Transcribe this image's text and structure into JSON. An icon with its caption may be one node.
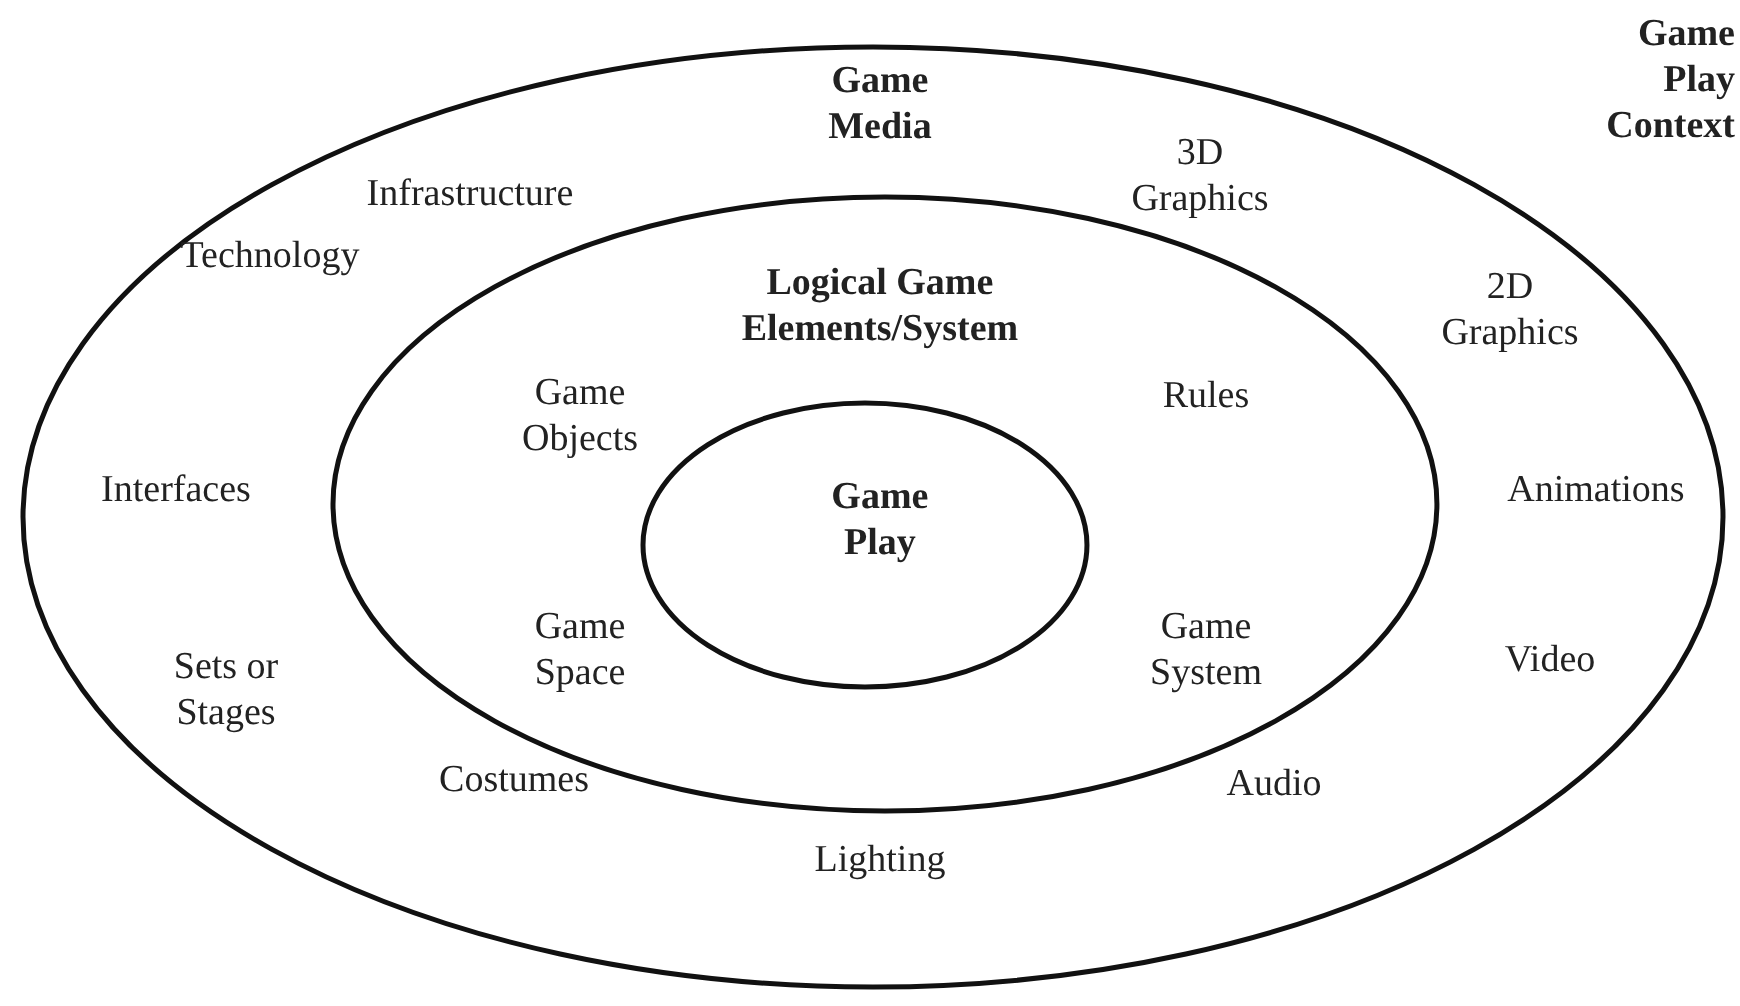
{
  "diagram": {
    "nodes": [
      {
        "text": [
          "Game Media"
        ]
      },
      {
        "text": [
          "Logical Game Elements/System"
        ],
        "in": 0
      },
      {
        "text": [
          "Game Play"
        ],
        "in": 1
      }
    ],
    "labels": [
      "Game Play Context",
      "3D Graphics",
      "Infrastructure",
      "Technology",
      "2D Graphics",
      "Rules",
      "Game Objects",
      "Interfaces",
      "Animations",
      "Game Space",
      "Game System",
      "Video",
      "Sets or Stages",
      "Costumes",
      "Audio",
      "Lighting"
    ]
  }
}
